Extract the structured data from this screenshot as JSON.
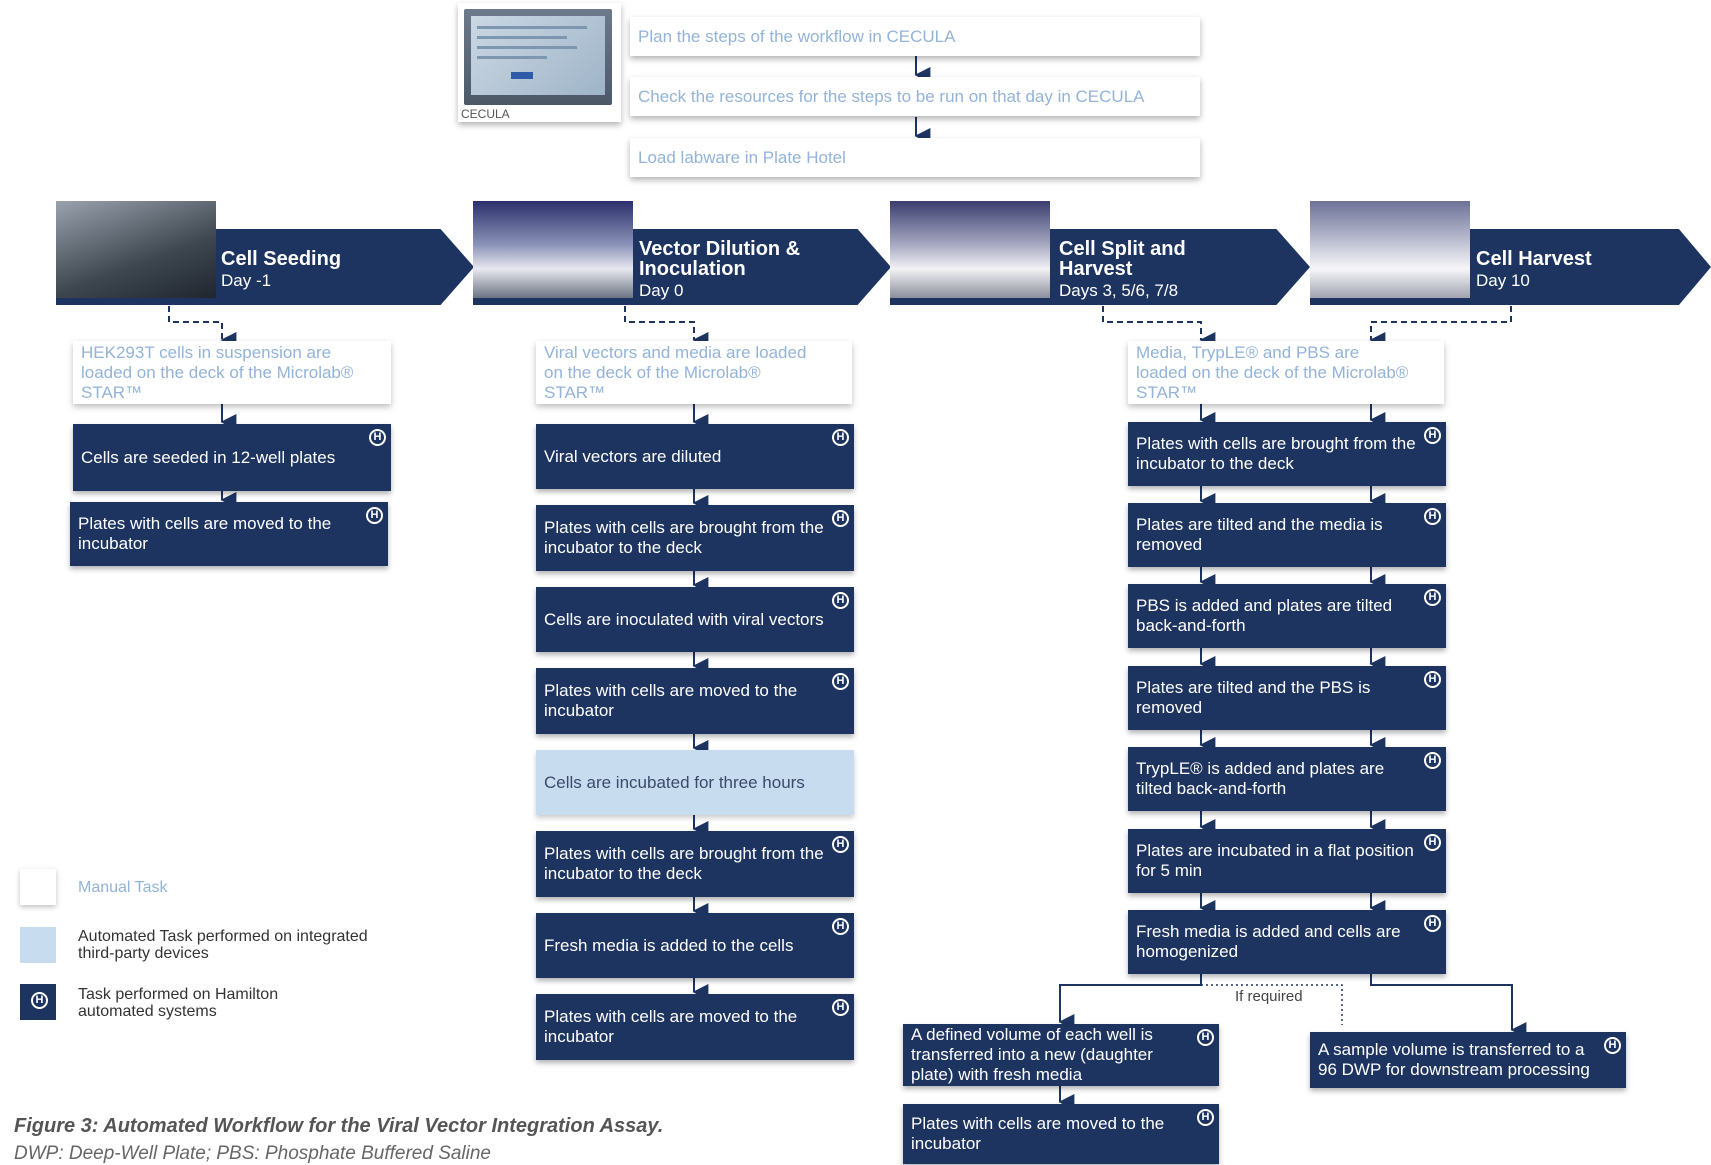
{
  "figure": {
    "title": "Figure 3: Automated Workflow for the Viral Vector Integration Assay.",
    "note": "DWP: Deep-Well Plate; PBS: Phosphate Buffered Saline"
  },
  "colors": {
    "hamilton": "#1d3461",
    "manual_text": "#93b3d8",
    "third_party": "#c8dcf0"
  },
  "cecula": {
    "caption": "CECULA",
    "steps": [
      "Plan the steps of the workflow in CECULA",
      "Check the resources for the steps to be run on that day in CECULA",
      "Load labware in Plate Hotel"
    ]
  },
  "phases": [
    {
      "title": "Cell Seeding",
      "day": "Day -1"
    },
    {
      "title": "Vector Dilution & Inoculation",
      "day": "Day 0"
    },
    {
      "title": "Cell Split and Harvest",
      "day": "Days 3, 5/6, 7/8"
    },
    {
      "title": "Cell Harvest",
      "day": "Day 10"
    }
  ],
  "columns": {
    "seeding": {
      "manual": "HEK293T cells in suspension are loaded on the deck of the Microlab® STAR™",
      "steps": [
        "Cells are seeded in 12-well plates",
        "Plates with cells are moved to the incubator"
      ]
    },
    "inoculation": {
      "manual": "Viral vectors and media are loaded on the deck of the Microlab® STAR™",
      "steps": [
        "Viral vectors are diluted",
        "Plates with cells are brought from the incubator to the deck",
        "Cells are inoculated with viral vectors",
        "Plates with cells are moved to the incubator",
        "Cells are incubated for three hours",
        "Plates with cells are brought from the incubator to the deck",
        "Fresh media is added to the cells",
        "Plates with cells are moved to the incubator"
      ]
    },
    "split": {
      "manual": "Media, TrypLE® and PBS are loaded on the deck of the Microlab® STAR™",
      "steps": [
        "Plates with cells are brought from the incubator to the deck",
        "Plates are tilted and the media is removed",
        "PBS is added and plates are tilted back-and-forth",
        "Plates are tilted and the PBS is removed",
        "TrypLE® is added and plates are tilted back-and-forth",
        "Plates are incubated in a flat position for 5 min",
        "Fresh media is added and cells are homogenized"
      ],
      "branch_label": "If required",
      "branch_left": [
        "A defined volume of each well is transferred into a new (daughter plate) with fresh media",
        "Plates with cells are moved to the incubator"
      ],
      "branch_right": "A sample volume is transferred to a 96 DWP for downstream processing"
    }
  },
  "legend": {
    "manual": "Manual Task",
    "third_party": "Automated Task performed on integrated third-party devices",
    "hamilton": "Task performed on Hamilton automated systems"
  },
  "icon": "hamilton-logo-icon"
}
